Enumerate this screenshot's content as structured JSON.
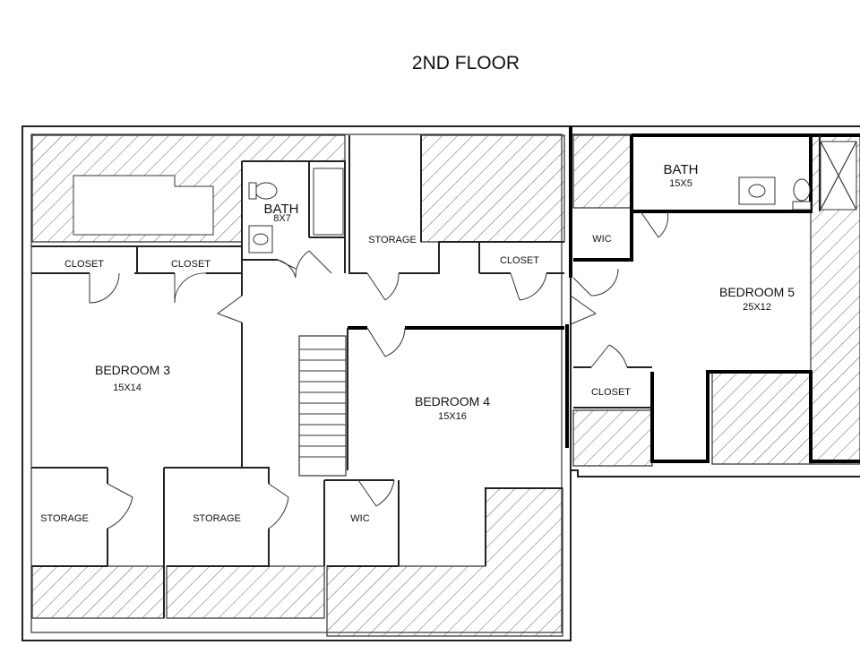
{
  "title": "2ND FLOOR",
  "rooms": {
    "bath_small": {
      "name": "BATH",
      "dims": "8X7"
    },
    "bath_large": {
      "name": "BATH",
      "dims": "15X5"
    },
    "bedroom3": {
      "name": "BEDROOM 3",
      "dims": "15X14"
    },
    "bedroom4": {
      "name": "BEDROOM 4",
      "dims": "15X16"
    },
    "bedroom5": {
      "name": "BEDROOM 5",
      "dims": "25X12"
    },
    "closet_a": {
      "name": "CLOSET"
    },
    "closet_b": {
      "name": "CLOSET"
    },
    "closet_c": {
      "name": "CLOSET"
    },
    "closet_d": {
      "name": "CLOSET"
    },
    "storage_center": {
      "name": "STORAGE"
    },
    "storage_left": {
      "name": "STORAGE"
    },
    "storage_mid": {
      "name": "STORAGE"
    },
    "wic_upper": {
      "name": "WIC"
    },
    "wic_lower": {
      "name": "WIC"
    }
  }
}
